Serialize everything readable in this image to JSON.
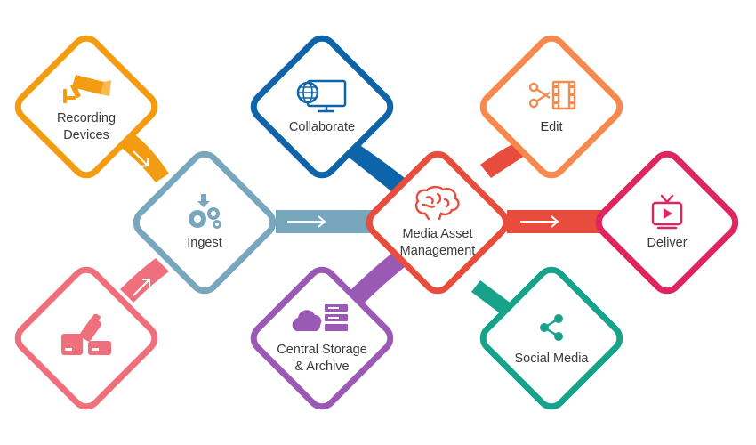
{
  "nodes": {
    "recording": {
      "label": "Recording\nDevices",
      "color": "#f39c12",
      "icon": "cctv-camera-icon"
    },
    "ingest": {
      "label": "Ingest",
      "color": "#78a7bd",
      "icon": "gears-icon"
    },
    "storage_dev": {
      "label": "",
      "color": "#ef6f7c",
      "icon": "usb-drives-icon"
    },
    "collaborate": {
      "label": "Collaborate",
      "color": "#0e64a8",
      "icon": "globe-monitor-icon"
    },
    "central": {
      "label": "Central Storage\n& Archive",
      "color": "#9b59b6",
      "icon": "cloud-archive-icon"
    },
    "mam": {
      "label": "Media Asset\nManagement",
      "color": "#e74c3c",
      "icon": "brain-icon"
    },
    "edit": {
      "label": "Edit",
      "color": "#f7894f",
      "icon": "scissors-film-icon"
    },
    "social": {
      "label": "Social Media",
      "color": "#17a38a",
      "icon": "share-icon"
    },
    "deliver": {
      "label": "Deliver",
      "color": "#e0245e",
      "icon": "tv-icon"
    }
  }
}
